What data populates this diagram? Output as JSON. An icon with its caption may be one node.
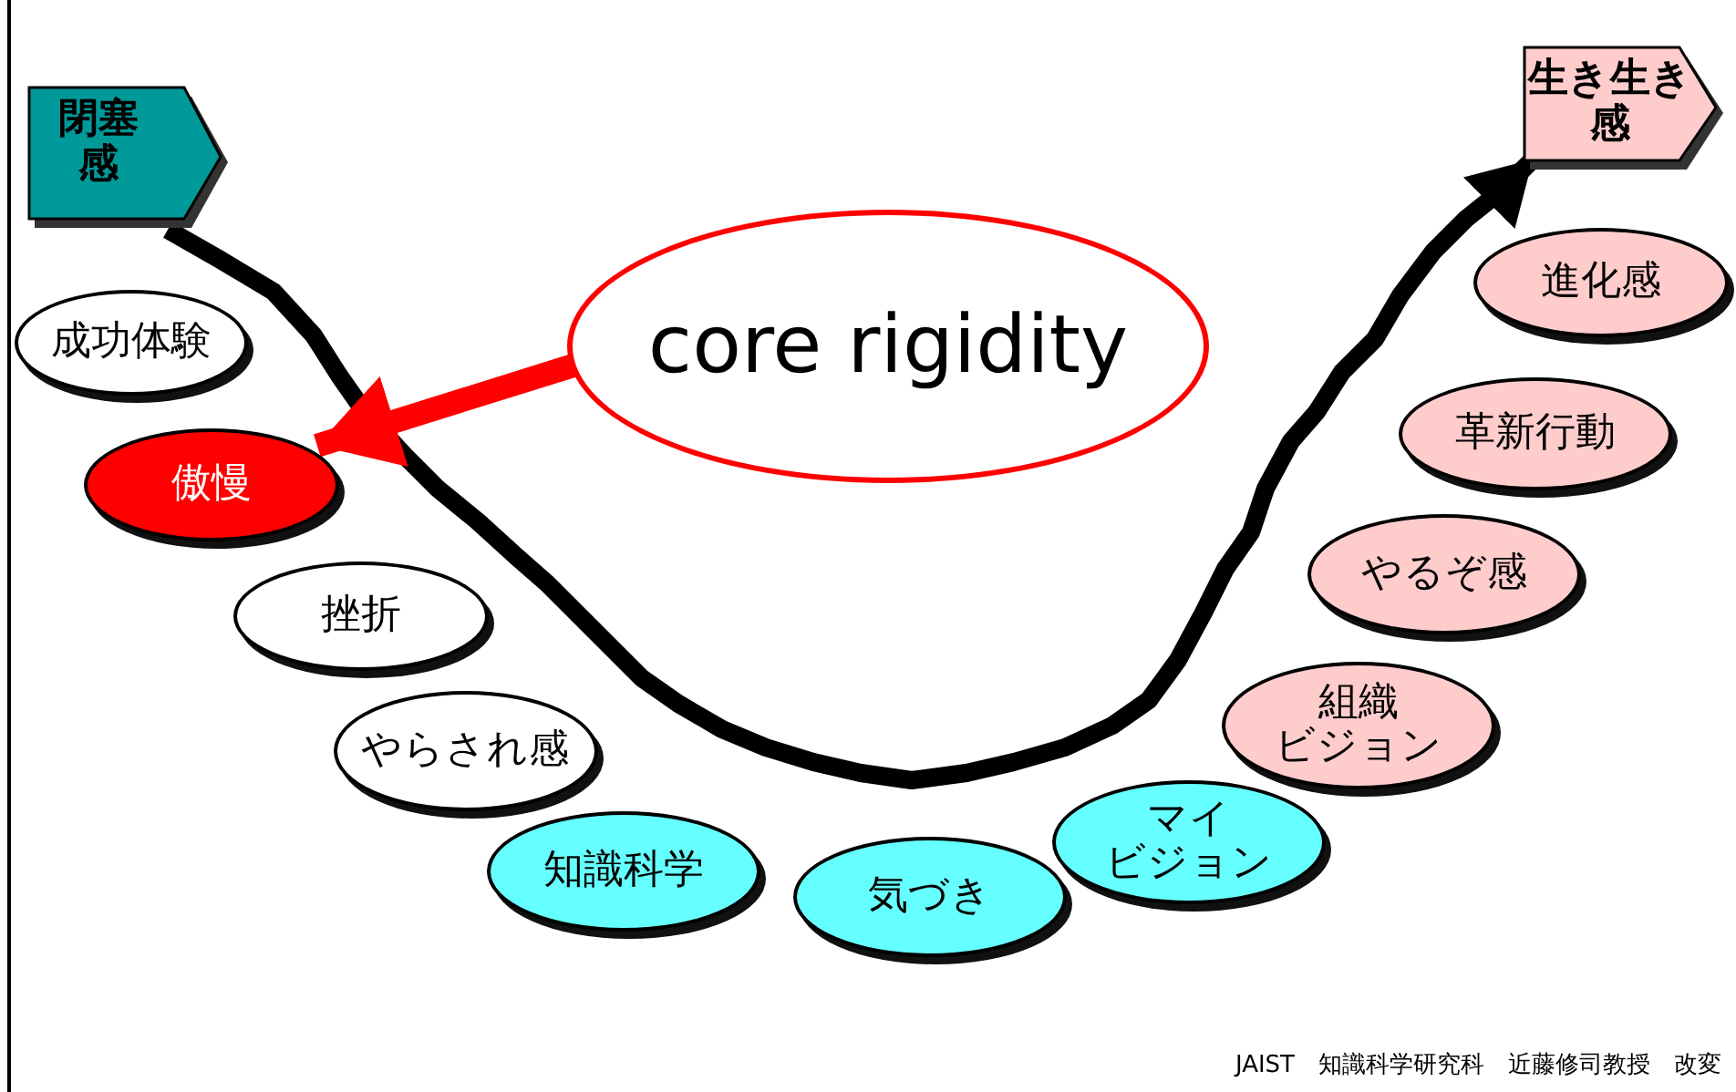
{
  "diagram": {
    "nodes": [
      {
        "text": [
          "閉塞感"
        ]
      },
      {
        "text": [
          "生き生き感"
        ]
      },
      {
        "text": [
          "成功体験"
        ]
      },
      {
        "text": [
          "傲慢"
        ]
      },
      {
        "text": [
          "挫折"
        ]
      },
      {
        "text": [
          "やらされ感"
        ]
      },
      {
        "text": [
          "知識科学"
        ]
      },
      {
        "text": [
          "気づき"
        ]
      },
      {
        "text": [
          "マイビジョン"
        ]
      },
      {
        "text": [
          "組織ビジョン"
        ]
      },
      {
        "text": [
          "やるぞ感"
        ]
      },
      {
        "text": [
          "革新行動"
        ]
      },
      {
        "text": [
          "進化感"
        ]
      },
      {
        "text": [
          "core rigidity"
        ]
      }
    ],
    "edges": [
      {
        "from": 0,
        "to": 1,
        "arrow": "to"
      },
      {
        "from": 13,
        "to": 3,
        "arrow": "to",
        "color": "#ff0000"
      }
    ],
    "labels": [
      "JAIST　知識科学研究科　近藤修司教授　改変"
    ]
  }
}
